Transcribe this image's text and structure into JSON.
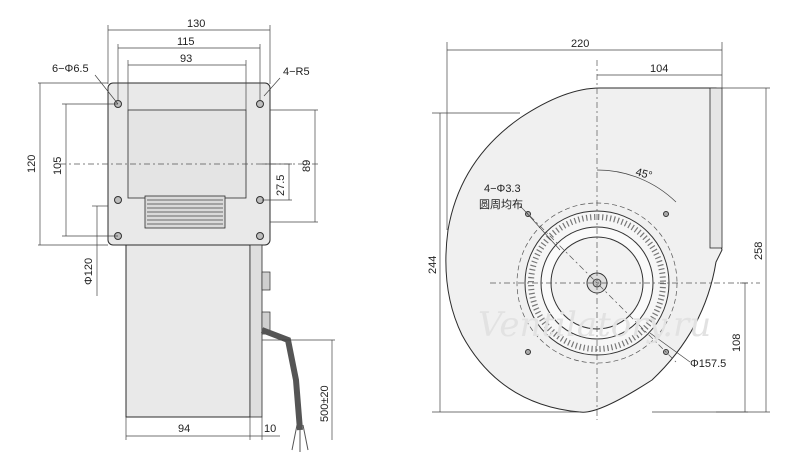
{
  "side_view": {
    "dim_130": "130",
    "dim_115": "115",
    "dim_93": "93",
    "holes_6": "6−Φ6.5",
    "corner_r": "4−R5",
    "dim_120": "120",
    "dim_105": "105",
    "dim_89": "89",
    "dim_27_5": "27.5",
    "dim_phi120": "Φ120",
    "dim_94": "94",
    "dim_10": "10",
    "dim_lead": "500±20"
  },
  "front_view": {
    "dim_220": "220",
    "dim_104": "104",
    "dim_angle": "45°",
    "holes_4": "4−Φ3.3",
    "holes_note": "圆周均布",
    "dim_244": "244",
    "dim_258": "258",
    "dim_108": "108",
    "dim_phi157": "Φ157.5"
  },
  "watermark": "Ventilatory.ru"
}
